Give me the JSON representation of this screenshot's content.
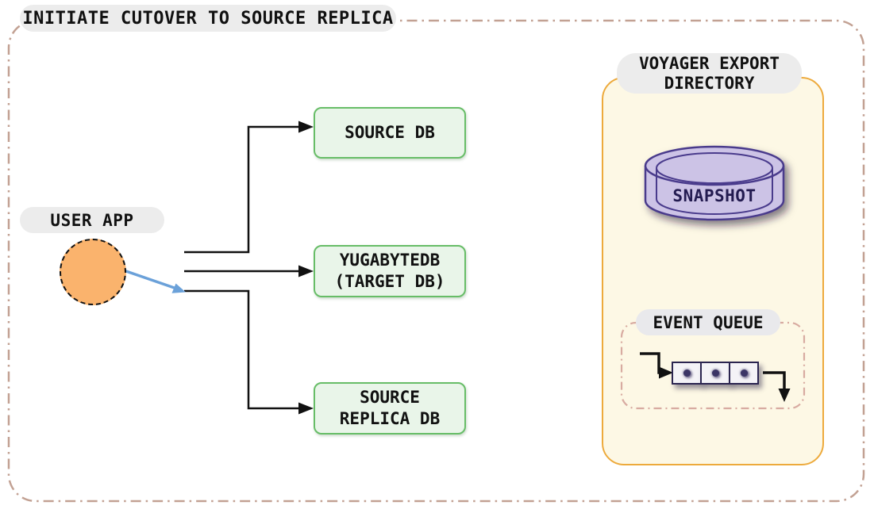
{
  "title": "INITIATE CUTOVER TO SOURCE REPLICA",
  "user_app": {
    "label": "USER APP"
  },
  "databases": [
    {
      "lines": [
        "SOURCE DB"
      ]
    },
    {
      "lines": [
        "YUGABYTEDB",
        "(TARGET DB)"
      ]
    },
    {
      "lines": [
        "SOURCE",
        "REPLICA DB"
      ]
    }
  ],
  "voyager": {
    "label_line1": "VOYAGER EXPORT",
    "label_line2": "DIRECTORY",
    "snapshot_label": "SNAPSHOT",
    "event_queue": {
      "label": "EVENT QUEUE",
      "item_count": 3
    }
  },
  "icons": [
    "user-app-circle-icon",
    "database-cylinder-icon",
    "queue-item-icon",
    "arrow-right-icon",
    "arrow-down-icon",
    "blue-arrow-icon"
  ],
  "colors": {
    "outer-dash": "#c2a193",
    "pill-bg": "#ececec",
    "green-border": "#67bd67",
    "green-fill": "#e9f5e9",
    "orange-fill": "#fab36d",
    "blue-arrow": "#6ba1d9",
    "yellow-border": "#edaa3c",
    "yellow-fill": "#fdf8e5",
    "purple-fill": "#ccc3e6",
    "purple-stroke": "#4a3a8c",
    "navy-text": "#231b50",
    "queue-dash": "#d8aba1",
    "queue-box-border": "#2b2550",
    "queue-dot": "#3b3566"
  }
}
